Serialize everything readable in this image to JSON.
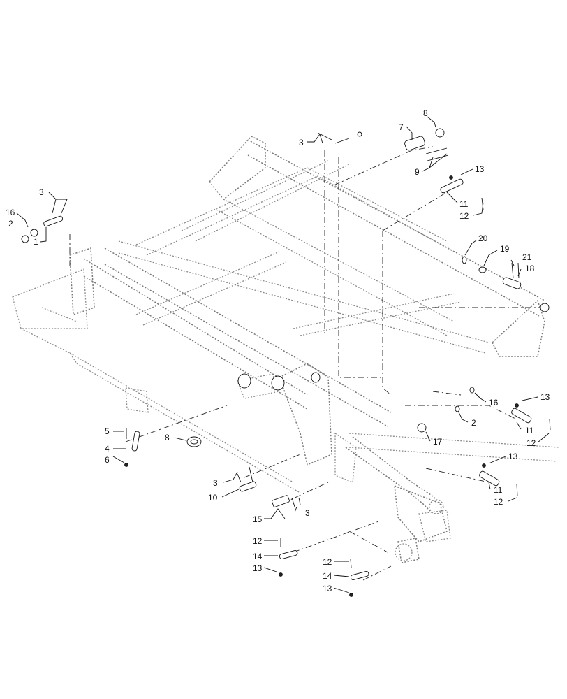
{
  "diagram": {
    "callouts": [
      {
        "id": "c8a",
        "text": "8"
      },
      {
        "id": "c7",
        "text": "7"
      },
      {
        "id": "c3a",
        "text": "3"
      },
      {
        "id": "c9",
        "text": "9"
      },
      {
        "id": "c13a",
        "text": "13"
      },
      {
        "id": "c11a",
        "text": "11"
      },
      {
        "id": "c12a",
        "text": "12"
      },
      {
        "id": "c3b",
        "text": "3"
      },
      {
        "id": "c16a",
        "text": "16"
      },
      {
        "id": "c2a",
        "text": "2"
      },
      {
        "id": "c1",
        "text": "1"
      },
      {
        "id": "c20",
        "text": "20"
      },
      {
        "id": "c19",
        "text": "19"
      },
      {
        "id": "c21",
        "text": "21"
      },
      {
        "id": "c18",
        "text": "18"
      },
      {
        "id": "c13b",
        "text": "13"
      },
      {
        "id": "c16b",
        "text": "16"
      },
      {
        "id": "c11b",
        "text": "11"
      },
      {
        "id": "c2b",
        "text": "2"
      },
      {
        "id": "c12b",
        "text": "12"
      },
      {
        "id": "c17",
        "text": "17"
      },
      {
        "id": "c13c",
        "text": "13"
      },
      {
        "id": "c11c",
        "text": "11"
      },
      {
        "id": "c12c",
        "text": "12"
      },
      {
        "id": "c5",
        "text": "5"
      },
      {
        "id": "c4",
        "text": "4"
      },
      {
        "id": "c8b",
        "text": "8"
      },
      {
        "id": "c6",
        "text": "6"
      },
      {
        "id": "c3c",
        "text": "3"
      },
      {
        "id": "c10",
        "text": "10"
      },
      {
        "id": "c15",
        "text": "15"
      },
      {
        "id": "c3d",
        "text": "3"
      },
      {
        "id": "c12d",
        "text": "12"
      },
      {
        "id": "c14a",
        "text": "14"
      },
      {
        "id": "c13d",
        "text": "13"
      },
      {
        "id": "c12e",
        "text": "12"
      },
      {
        "id": "c14b",
        "text": "14"
      },
      {
        "id": "c13e",
        "text": "13"
      }
    ]
  }
}
